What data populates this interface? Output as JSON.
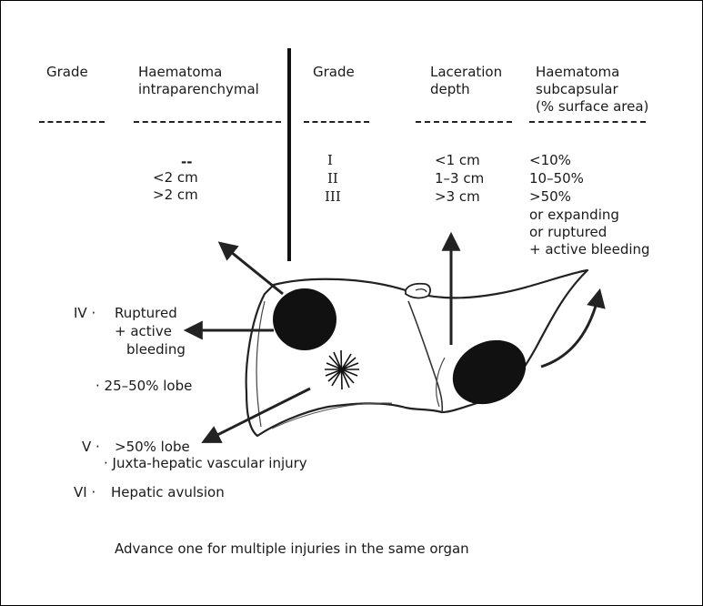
{
  "header": {
    "grade_left": "Grade",
    "haematoma_intra_line1": "Haematoma",
    "haematoma_intra_line2": "intraparenchymal",
    "grade_right": "Grade",
    "laceration_line1": "Laceration",
    "laceration_line2": "depth",
    "haematoma_sub_line1": "Haematoma",
    "haematoma_sub_line2": "subcapsular",
    "haematoma_sub_line3": "(% surface area)"
  },
  "grades": {
    "numerals": [
      "I",
      "II",
      "III"
    ],
    "intraparenchymal": [
      "--",
      "<2 cm",
      ">2 cm"
    ],
    "laceration": [
      "<1 cm",
      "1–3 cm",
      ">3 cm"
    ],
    "subcapsular": [
      "<10%",
      "10–50%",
      ">50%",
      "or expanding",
      "or ruptured",
      "+ active bleeding"
    ]
  },
  "lower_grades": {
    "iv_label": "IV ·",
    "iv_line1": "Ruptured",
    "iv_line2": "+ active",
    "iv_line3": "bleeding",
    "iv_line4": "· 25–50% lobe",
    "v_label": "V ·",
    "v_line1": ">50% lobe",
    "v_line2": "· Juxta-hepatic vascular injury",
    "vi_label": "VI ·",
    "vi_line1": "Hepatic avulsion"
  },
  "footnote": "Advance one for multiple injuries in the same organ"
}
